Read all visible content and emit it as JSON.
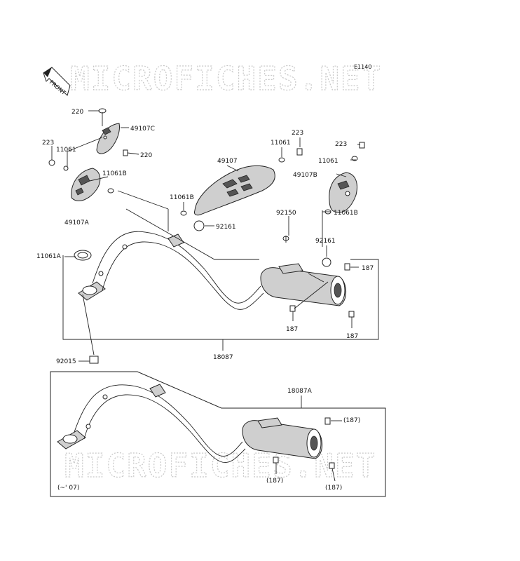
{
  "diagram": {
    "code": "E1140",
    "front_label": "FRONT",
    "watermark": "MICROFICHES.NET",
    "labels": {
      "p220a": "220",
      "p49107c": "49107C",
      "p220b": "220",
      "p223a": "223",
      "p11061a": "11061",
      "p11061b_left": "11061B",
      "p49107a": "49107A",
      "p11061A": "11061A",
      "p92015": "92015",
      "p49107": "49107",
      "p11061_mid": "11061",
      "p223_mid": "223",
      "p11061b_mid": "11061B",
      "p92161a": "92161",
      "p92150": "92150",
      "p92161b": "92161",
      "p223_right": "223",
      "p11061_right": "11061",
      "p49107b": "49107B",
      "p11061b_right": "11061B",
      "p187a": "187",
      "p187b": "187",
      "p187c": "187",
      "p18087": "18087",
      "p18087a": "18087A",
      "p187d": "(187)",
      "p187e": "(187)",
      "p187f": "(187)",
      "note": "(~' 07)"
    }
  }
}
